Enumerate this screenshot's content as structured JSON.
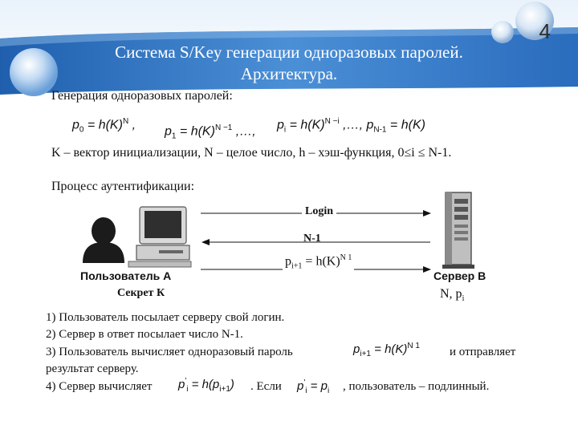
{
  "slide_number": "4",
  "title": {
    "line1": "Система S/Key генерации одноразовых паролей.",
    "line2": "Архитектура."
  },
  "generation_heading": "Генерация одноразовых паролей:",
  "formulas": {
    "p0": "p0 = h(K)^N ,",
    "p1": "p1 = h(K)^N−1 ,…,",
    "pi": "pi = h(K)^N−i ,…,",
    "pN1": "pN-1 = h(K)"
  },
  "definition": "K – вектор инициализации, N – целое число, h – хэш-функция, 0≤i ≤ N-1.",
  "auth_heading": "Процесс аутентификации:",
  "diagram": {
    "login_label": "Login",
    "n1_label": "N-1",
    "pi1_label": "pi+1 = h(K)N 1",
    "user_label": "Пользователь А",
    "secret_label": "Секрет К",
    "server_label": "Сервер В",
    "server_secret": "N, pi"
  },
  "steps": {
    "s1": "1) Пользователь посылает серверу свой логин.",
    "s2": "2) Сервер в ответ посылает число N-1.",
    "s3a": "3) Пользователь вычисляет одноразовый пароль",
    "s3_formula": "pi+1 = h(K)N 1",
    "s3b": "и отправляет",
    "s3c": "результат серверу.",
    "s4a": "4) Сервер вычисляет",
    "s4_formula1": "p'i = h(pi+1)",
    "s4b": ". Если",
    "s4_formula2": "p'i = pi",
    "s4c": ", пользователь – подлинный."
  },
  "colors": {
    "banner": "#3f7fc9",
    "banner_light": "#bcd8f2"
  },
  "icons": [
    "user-silhouette-icon",
    "computer-icon",
    "server-icon"
  ]
}
